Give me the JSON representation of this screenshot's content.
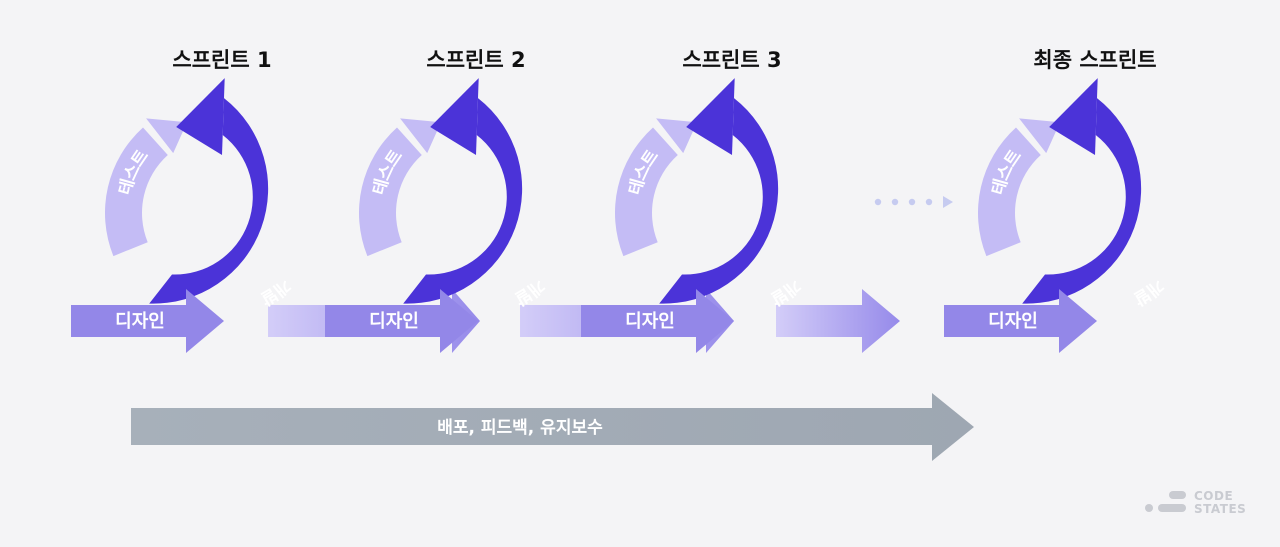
{
  "sprints": [
    {
      "title": "스프린트 1",
      "test": "테스트",
      "dev": "개발",
      "design": "디자인"
    },
    {
      "title": "스프린트 2",
      "test": "테스트",
      "dev": "개발",
      "design": "디자인"
    },
    {
      "title": "스프린트 3",
      "test": "테스트",
      "dev": "개발",
      "design": "디자인"
    },
    {
      "title": "최종 스프린트",
      "test": "테스트",
      "dev": "개발",
      "design": "디자인"
    }
  ],
  "bottom_bar": {
    "label": "배포, 피드백, 유지보수"
  },
  "logo": {
    "line1": "CODE",
    "line2": "STATES"
  },
  "colors": {
    "background": "#f4f4f6",
    "dev_arc": "#4b33d8",
    "test_arc": "#c4bcf5",
    "design_arrow": "#9387e8",
    "bottom_bar": "#a3acb6",
    "logo": "#c9cbd1"
  }
}
